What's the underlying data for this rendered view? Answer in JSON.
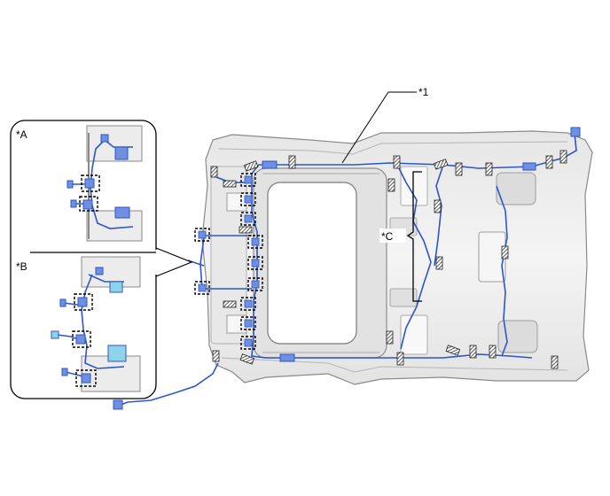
{
  "labels": {
    "callout_1": "*1",
    "inset_a": "*A",
    "inset_b": "*B",
    "bracket_c": "*C"
  },
  "colors": {
    "harness": "#2f55c9",
    "connector": "#6f8fe0",
    "connector_light": "#8fd3ea",
    "clamp": "#555555",
    "headliner": "#eeeeee",
    "headliner_edge": "#9a9a9a",
    "dashed_box": "#000000"
  },
  "icons": {
    "clamp": "hatched-clamp-icon",
    "connector": "connector-icon",
    "dashed_highlight": "dashed-box-icon"
  }
}
